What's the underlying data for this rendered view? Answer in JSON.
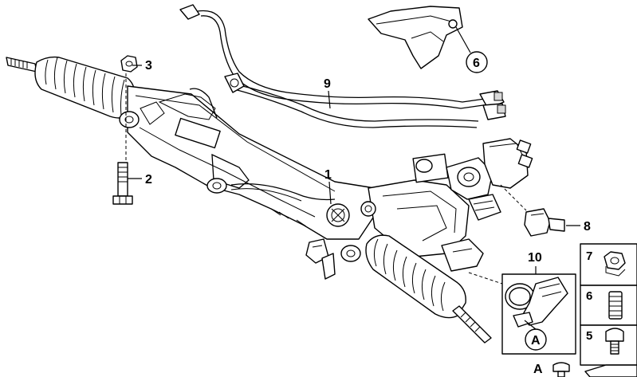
{
  "labels": {
    "n1": "1",
    "n2": "2",
    "n3": "3",
    "n5": "5",
    "n6": "6",
    "n7": "7",
    "n8": "8",
    "n9": "9",
    "n10": "10",
    "a_circle": "A",
    "a_box": "A"
  }
}
